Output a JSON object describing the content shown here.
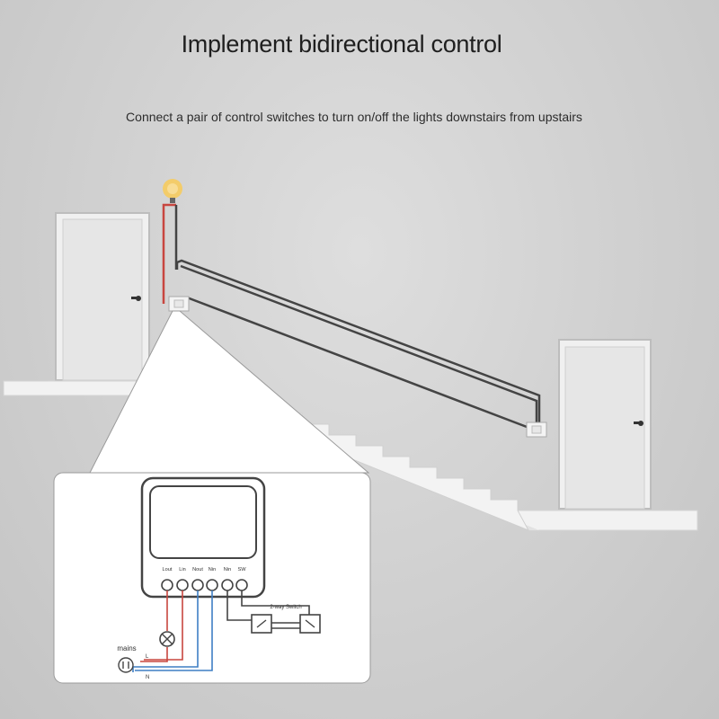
{
  "title": "Implement bidirectional control",
  "subtitle": "Connect a pair of control switches to turn on/off the lights downstairs from upstairs",
  "diagram": {
    "terminals": [
      "Lout",
      "Lin",
      "Nout",
      "Nin",
      "Nin",
      "SW"
    ],
    "switch_label": "2-way Switch",
    "mains_label": "mains",
    "live_label": "L",
    "neutral_label": "N"
  },
  "colors": {
    "live_wire": "#c8463f",
    "neutral_wire": "#3f7fc4",
    "control_wire": "#444444",
    "bulb": "#f3cc6a"
  }
}
